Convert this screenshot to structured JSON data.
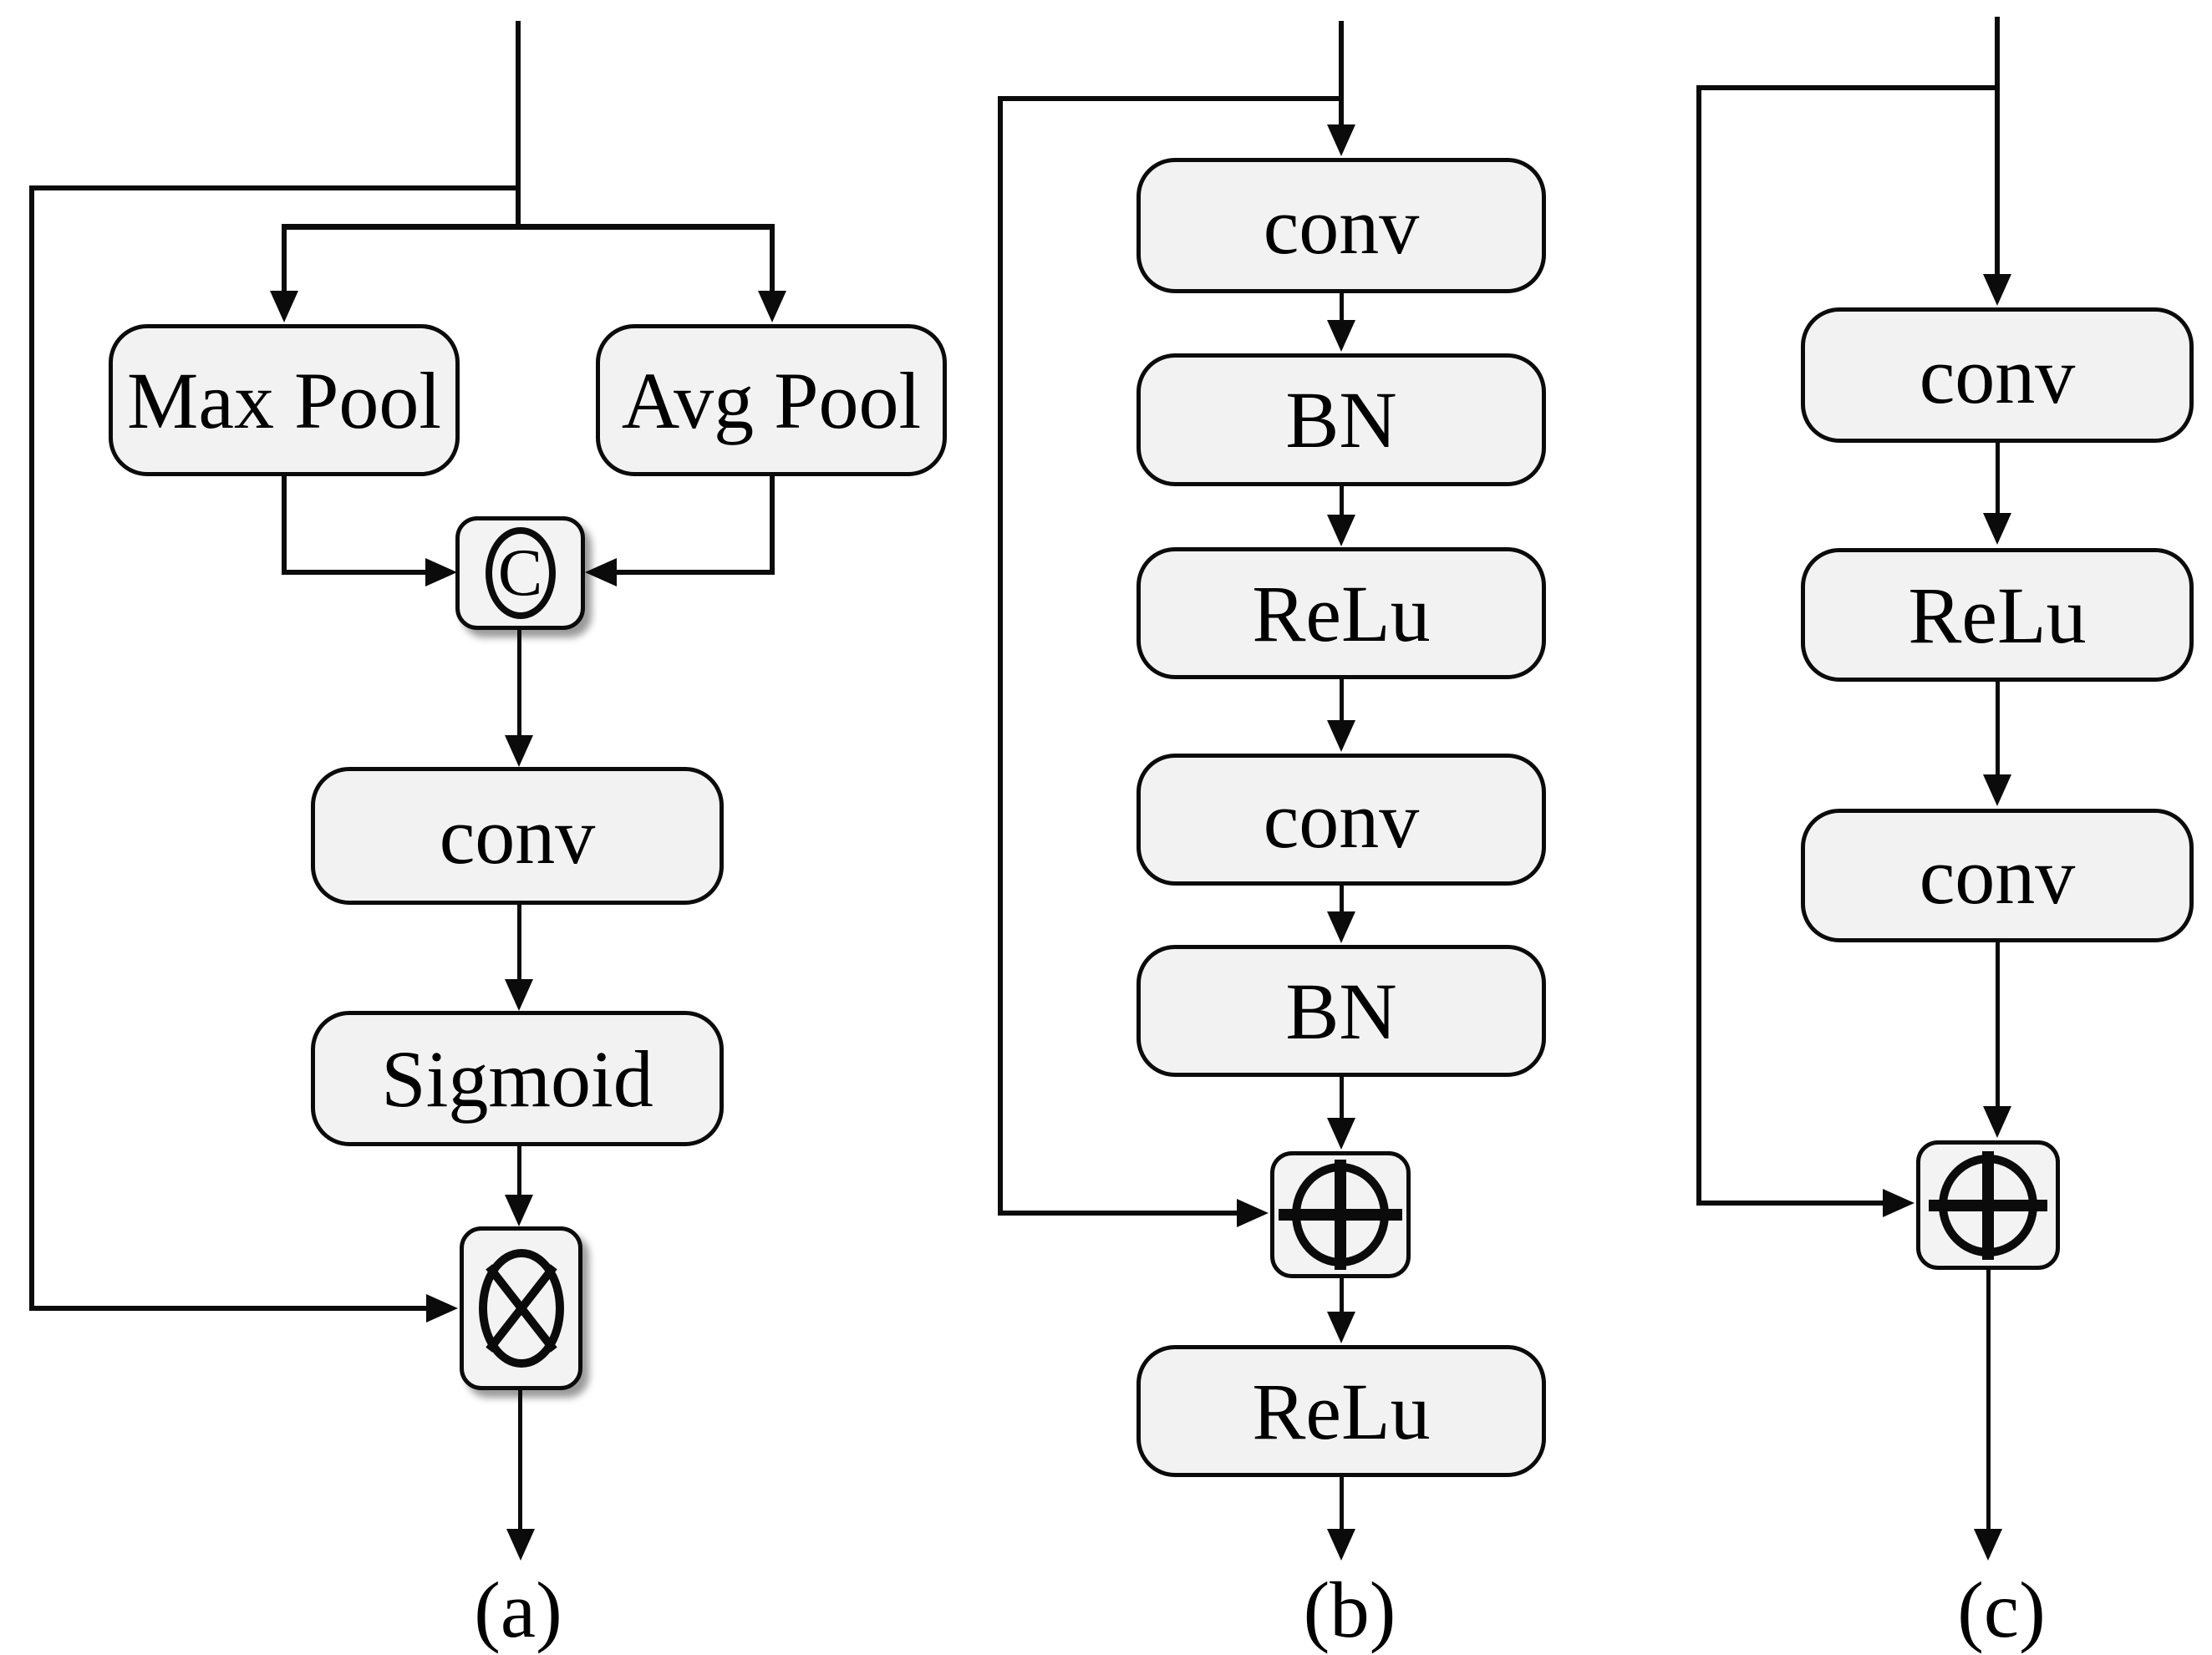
{
  "colors": {
    "background": "#ffffff",
    "box_fill": "#f2f2f2",
    "line": "#0b0b0b",
    "text": "#000000"
  },
  "diagrams": [
    {
      "caption": "(a)",
      "nodes": {
        "max_pool": "Max Pool",
        "avg_pool": "Avg Pool",
        "concat_symbol": "C",
        "concat_icon": "circled-c-concatenate-icon",
        "conv": "conv",
        "sigmoid": "Sigmoid",
        "multiply_icon": "circled-times-multiply-icon"
      }
    },
    {
      "caption": "(b)",
      "nodes": {
        "conv1": "conv",
        "bn1": "BN",
        "relu1": "ReLu",
        "conv2": "conv",
        "bn2": "BN",
        "add_icon": "circled-plus-add-icon",
        "relu2": "ReLu"
      }
    },
    {
      "caption": "(c)",
      "nodes": {
        "conv1": "conv",
        "relu": "ReLu",
        "conv2": "conv",
        "add_icon": "circled-plus-add-icon"
      }
    }
  ]
}
